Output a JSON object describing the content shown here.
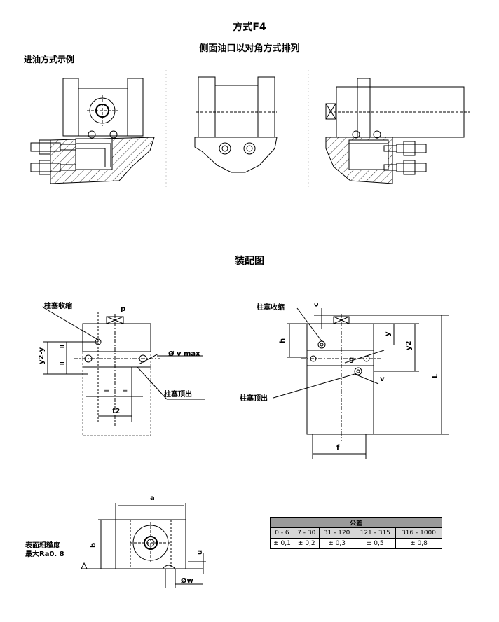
{
  "titles": {
    "mode": "方式F4",
    "subtitle": "侧面油口以对角方式排列",
    "example": "进油方式示例",
    "assembly": "装配图"
  },
  "labels": {
    "plunger_retract": "柱塞收缩",
    "plunger_extend": "柱塞顶出",
    "p": "p",
    "c": "c",
    "y2_y": "y2-y",
    "eq": "=",
    "f2": "f2",
    "v_max": "Ø v max",
    "h": "h",
    "y": "y",
    "y2": "y2",
    "L": "L",
    "g": "g",
    "v": "v",
    "f": "f",
    "a": "a",
    "b": "b",
    "u": "u",
    "w": "Øw",
    "roughness_line1": "表面粗糙度",
    "roughness_line2": "最大Ra0. 8"
  },
  "tolerance": {
    "title": "公差",
    "headers": [
      "0 - 6",
      "7 - 30",
      "31 - 120",
      "121 - 315",
      "316 - 1000"
    ],
    "values": [
      "± 0,1",
      "± 0,2",
      "± 0,3",
      "± 0,5",
      "± 0,8"
    ]
  }
}
